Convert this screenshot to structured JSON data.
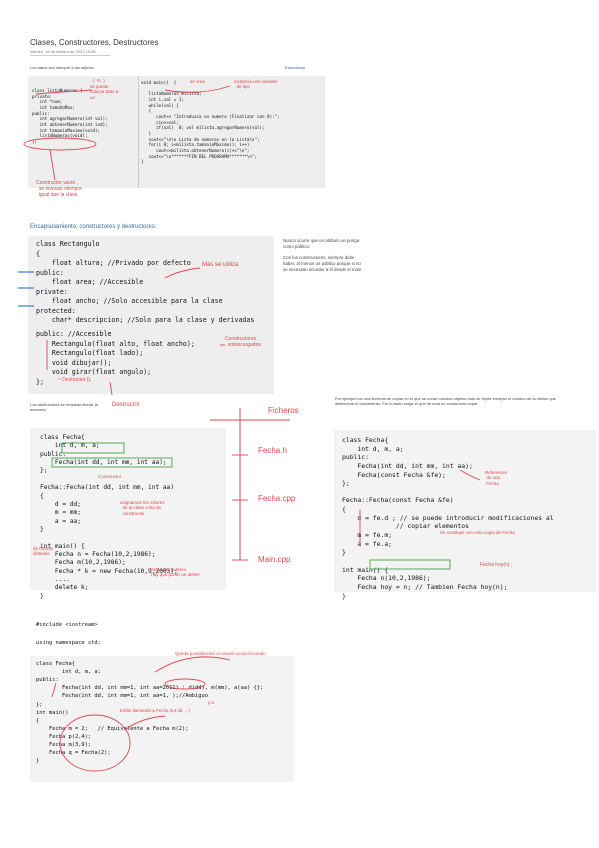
{
  "header": {
    "title": "Clases, Constructores, Destructores",
    "date": "viernes, 18 de febrero de 2022    15:35"
  },
  "section1": {
    "intro": "Los datos son siempre a los objetos",
    "tag": "Estructuras",
    "code_left": "class listaNumeros {\nprivate:\n   int *num;\n   int tamañoMax;\npublic:\n   int agregarNumero(int val);\n   int obtenerNumero(int ind);\n   int tamanioMaximo(void);\n   listaNumeros(void);\n};",
    "code_right": "void main()  {\n\n   listaNumeros milista;\n   int i,val = 1;\n   while(val) {\n   {\n      cout<< \"Introduzca un numero (Finalizar con 0):\";\n      cin>>val;\n      if(val)  0; val milista.agregarNumero(val);\n   }\n   cout<<\"\\n\\n Lista de números en la Lista\\n\";\n   for(i 0; i<milista.tamanioMaximo(); i++)\n      cout<<milista.obtenerNumero(i)<<\"\\n\";\n   cout<<\"\\n*******FIN DEL PROGRAMA*******\\n\";\n}",
    "note_constructor": "Constructor vacío ,\n  se invocan siempre\n  igual que la clase",
    "note_dato": "se puede\ncolocar dato a\nun",
    "note_main": "se crea",
    "note_tipo": "instancia una variable\n  de tipo",
    "note_mas": "(  m  )"
  },
  "section2": {
    "heading": "Encapsulamiento, constructores y destructores:",
    "code": "class Rectangulo\n{\n    float altura; //Privado por defecto\npublic:\n    float area; //Accesible\nprivate:\n    float ancho; //Solo accesible para la clase\nprotected:\n    char* descripcion; //Solo para la clase y derivadas",
    "code2": "public: //Accesible\n    Rectangulo(float alto, float ancho);\n    Rectangulo(float lado);\n    void dibujar();\n    void girar(float angulo);\n};",
    "side_text": "Nunca ocurre que un atributo se ponga como público.\n\nCon los constructores, siempre debe haber, al menos un público porque si no se necesitan acceder a él desde el main.",
    "side_bold_1": "Nunca",
    "side_bold_2": "siempre",
    "note_utiliza": "Más se utiliza",
    "note_constructores": "Constructores\n  sobrecargados",
    "note_destructor": "~ Destructor (),",
    "note_destructor_label": "Destructor"
  },
  "section3": {
    "intro": "Los destructores se emplean liberar la memoria",
    "code": "class Fecha{\n    int d, m, a;\npublic:\n    Fecha(int dd, int mm, int aa);\n};\n\nFecha::Fecha(int dd, int mm, int aa)\n{\n    d = dd;\n    m = mm;\n    a = aa;\n}\n\nint main() {\n    Fecha n = Fecha(10,2,1986);\n    Fecha m(10,2,1986);\n    Fecha * k = new Fecha(10,9,2003);\n    ....\n    delete k;\n}",
    "label_ficheros": "Ficheros",
    "label_fecha_h": "Fecha.h",
    "label_fecha_cpp": "Fecha.cpp",
    "label_main_cpp": "Main.cpp",
    "note_constructor": "Constructor",
    "note_asignar": "asignamos los valores\n  de la clase a las de\n  constructor",
    "note_formas": "de formas\ndistintas",
    "note_todo": "Para todo puntero\n hay que poner un delete"
  },
  "section4": {
    "intro": "Por ejemplo los una librerías de copiar en el que se crean muchos objetos todo se repite excepto el número de la misión que determinar el movimiento. Por lo tanto surge el que se crea un constructor copia",
    "code": "class Fecha{\n    int d, m, a;\npublic:\n    Fecha(int dd, int mm, int aa);\n    Fecha(const Fecha &fe);\n};\n\nFecha::Fecha(const Fecha &fe)\n{\n    d = fe.d ; // se puede introducir modificaciones al\n              // copiar elementos\n    m = fe.m;\n    a = fe.a;\n}\n\nint main() {\n    Fecha n(10,2,1986);\n    Fecha hoy = n; // Tambien Fecha hoy(n);\n}",
    "note_ref": "Referencia\n de una\n Fecha",
    "note_se_sustituye": "Se sustituye con esta copia de Fecha",
    "note_hoy": "Fecha hoy(n) ;"
  },
  "section5": {
    "code_include": "#include <iostream>",
    "code_ns": "using namespace std;",
    "code": "class Fecha{\n        int d, m, a;\npublic:\n        Fecha(int dd, int mm=1, int aa=2011) : d(dd), m(mm), a(aa) {};\n        Fecha(int dd, int mm=1, int aa=1, );//Ambiguo\n};\nint main()\n{\n    Fecha m = 2;   // Equivalente a Fecha m(2);\n    Fecha p(2,4);\n    Fecha m(3,9);\n    Fecha q = Fecha(2);\n}",
    "note_quita": "Queda postablecido al usuario proporcionado",
    "note_dos": "Están llamando a Fecha (int dd, ...)",
    "note_p2": "p.2"
  }
}
